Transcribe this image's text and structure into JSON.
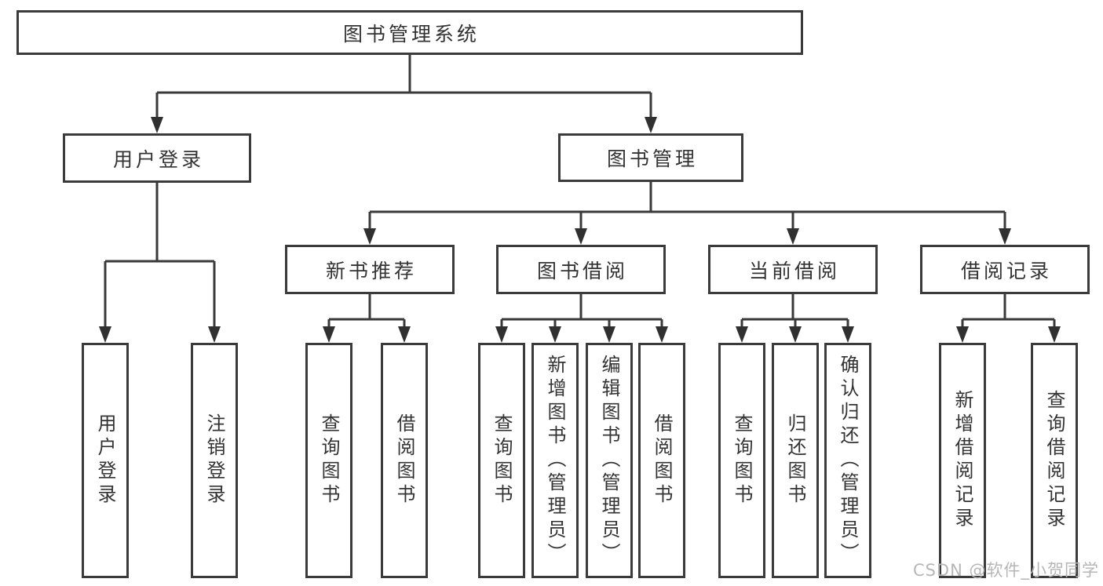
{
  "diagram": {
    "root": {
      "label": "图书管理系统"
    },
    "branches": [
      {
        "label": "用户登录",
        "children": [
          {
            "label": "用户登录"
          },
          {
            "label": "注销登录"
          }
        ]
      },
      {
        "label": "图书管理",
        "children": [
          {
            "label": "新书推荐",
            "children": [
              {
                "label": "查询图书"
              },
              {
                "label": "借阅图书"
              }
            ]
          },
          {
            "label": "图书借阅",
            "children": [
              {
                "label": "查询图书"
              },
              {
                "label": "新增图书（管理员）"
              },
              {
                "label": "编辑图书（管理员）"
              },
              {
                "label": "借阅图书"
              }
            ]
          },
          {
            "label": "当前借阅",
            "children": [
              {
                "label": "查询图书"
              },
              {
                "label": "归还图书"
              },
              {
                "label": "确认归还（管理员）"
              }
            ]
          },
          {
            "label": "借阅记录",
            "children": [
              {
                "label": "新增借阅记录"
              },
              {
                "label": "查询借阅记录"
              }
            ]
          }
        ]
      }
    ]
  },
  "watermark": {
    "text": "CSDN @软件_小贺同学"
  },
  "colors": {
    "line": "#3a3a3a",
    "arrow": "#303030",
    "border": "#3b3b3b",
    "text": "#333333",
    "watermark_text": "#b6b6b6",
    "background": "#ffffff"
  }
}
